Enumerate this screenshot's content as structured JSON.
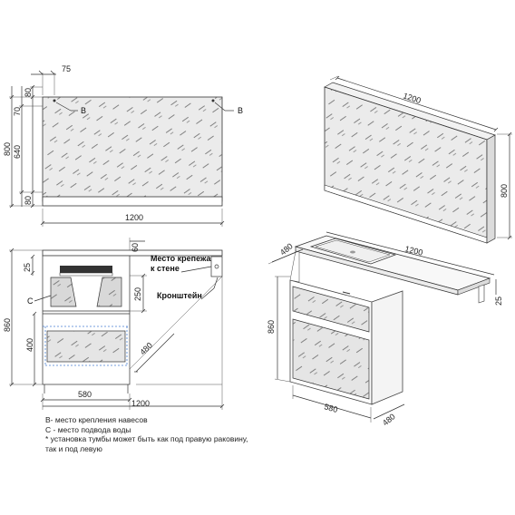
{
  "dims": {
    "width_1200": "1200",
    "d75": "75",
    "d80": "80",
    "d70": "70",
    "d640": "640",
    "d800": "800",
    "d60": "60",
    "d25": "25",
    "d250": "250",
    "d860": "860",
    "d400": "400",
    "d580": "580",
    "d480": "480"
  },
  "labels": {
    "B": "B",
    "C": "C",
    "wall_mount": "Место крепежа\nк стене",
    "wall_mount_l1": "Место крепежа",
    "wall_mount_l2": "к стене",
    "bracket": "Кронштейн"
  },
  "notes": [
    "B- место крепления навесов",
    "С - место подвода воды",
    "* установка тумбы может быть как под правую раковину,",
    "   так и под левую"
  ]
}
